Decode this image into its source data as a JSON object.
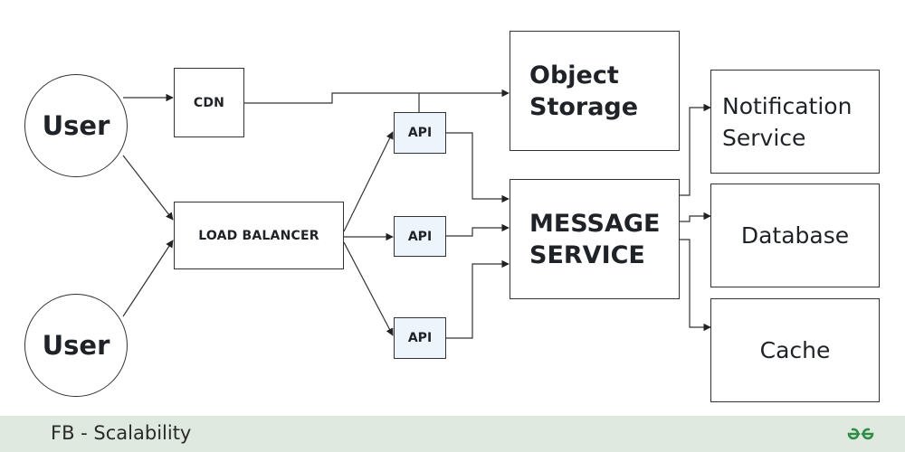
{
  "nodes": {
    "user_top": "User",
    "user_bottom": "User",
    "cdn": "CDN",
    "load_balancer": "LOAD BALANCER",
    "api_1": "API",
    "api_2": "API",
    "api_3": "API",
    "object_storage": [
      "Object",
      "Storage"
    ],
    "message_service": [
      "MESSAGE",
      "SERVICE"
    ],
    "notification_service": [
      "Notification",
      "Service"
    ],
    "database": "Database",
    "cache": "Cache"
  },
  "footer": {
    "title": "FB - Scalability",
    "logo_icon": "gfg-logo-icon",
    "logo_color": "#2f8d46"
  }
}
